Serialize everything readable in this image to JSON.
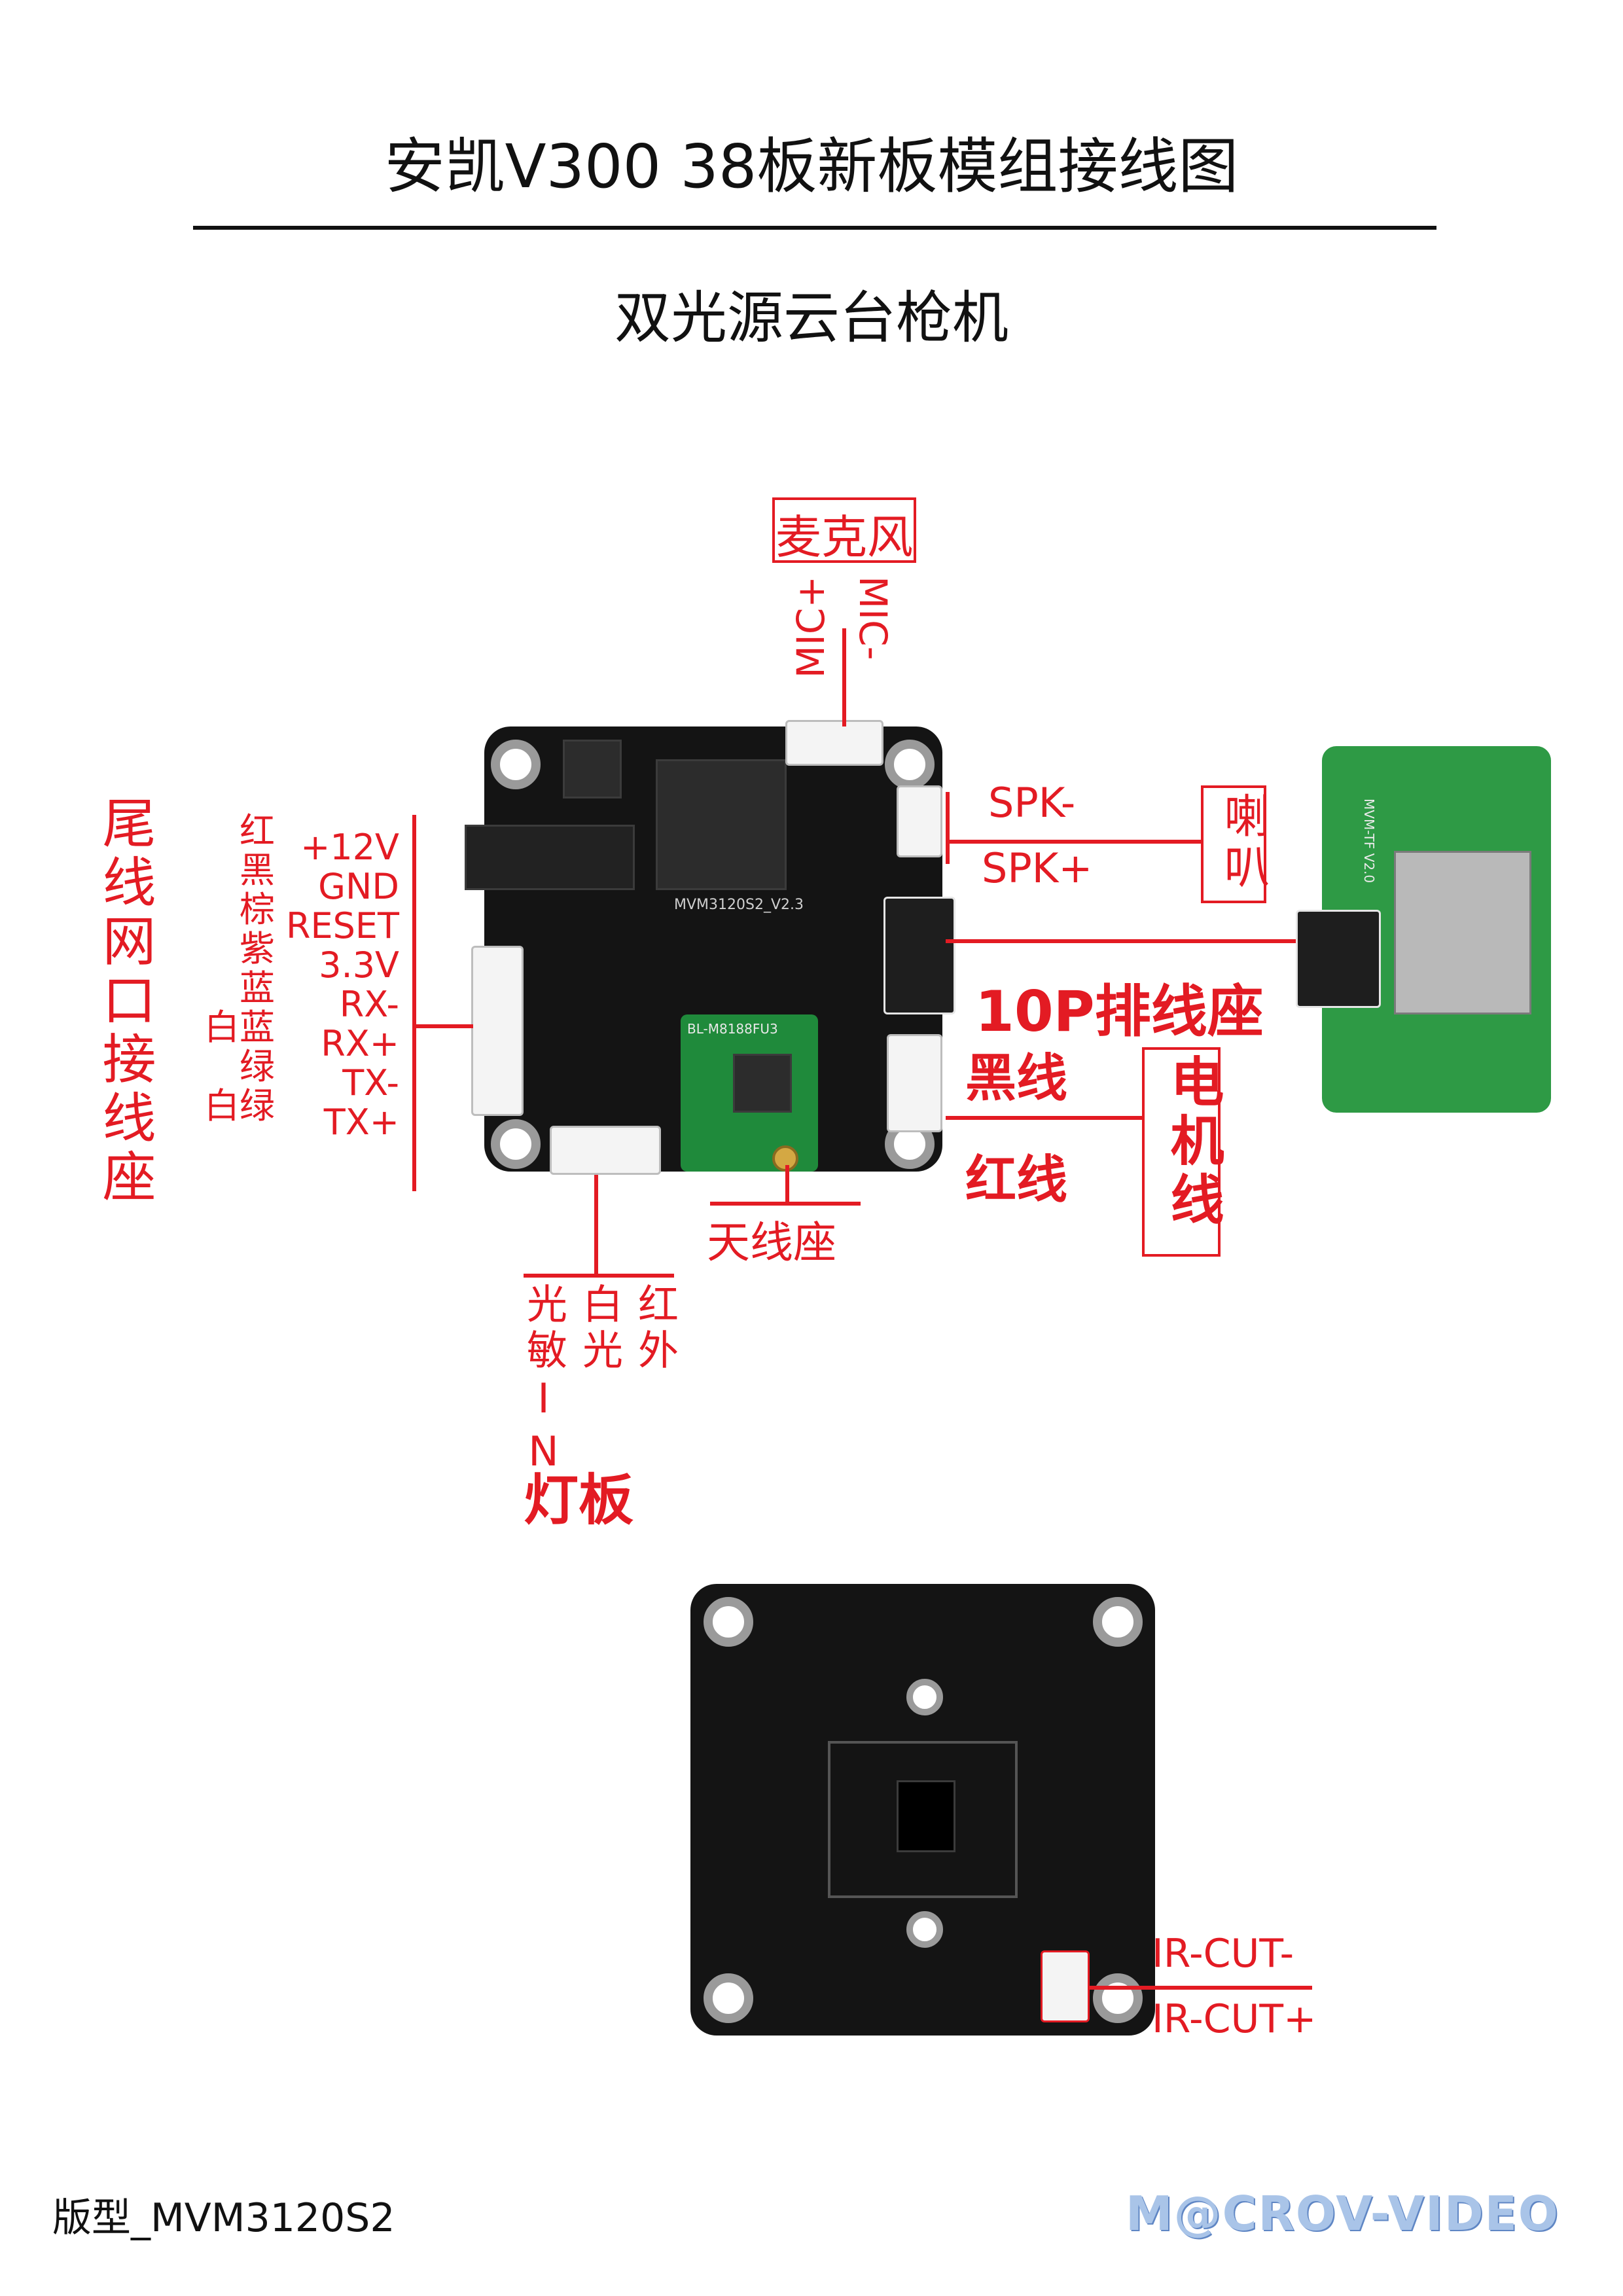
{
  "title": "安凯V300 38板新板模组接线图",
  "subtitle": "双光源云台枪机",
  "mic": {
    "label": "麦克风",
    "minus": "MIC-",
    "plus": "MIC+"
  },
  "speaker": {
    "minus": "SPK-",
    "plus": "SPK+",
    "label": "喇叭"
  },
  "ribbon": "10P排线座",
  "motor": {
    "black": "黑线",
    "red": "红线",
    "label": "电机线"
  },
  "antenna": "天线座",
  "tail": {
    "label": "尾线网口接线座",
    "colors": [
      "红",
      "黑",
      "棕",
      "紫",
      "蓝",
      "白蓝",
      "绿",
      "白绿"
    ],
    "pins": [
      "+12V",
      "GND",
      "RESET",
      "3.3V",
      "RX-",
      "RX+",
      "TX-",
      "TX+"
    ]
  },
  "lamp": {
    "signals": [
      "光敏IN",
      "白光",
      "红外"
    ],
    "label": "灯板"
  },
  "ircut": {
    "minus": "IR-CUT-",
    "plus": "IR-CUT+"
  },
  "board_marks": {
    "main_model": "MVM3120S2_V2.3",
    "tf_model": "MVM-TF V2.0",
    "wifi": "BL-M8188FU3"
  },
  "footer": "版型_MVM3120S2",
  "brand": "M@CROV-VIDEO"
}
